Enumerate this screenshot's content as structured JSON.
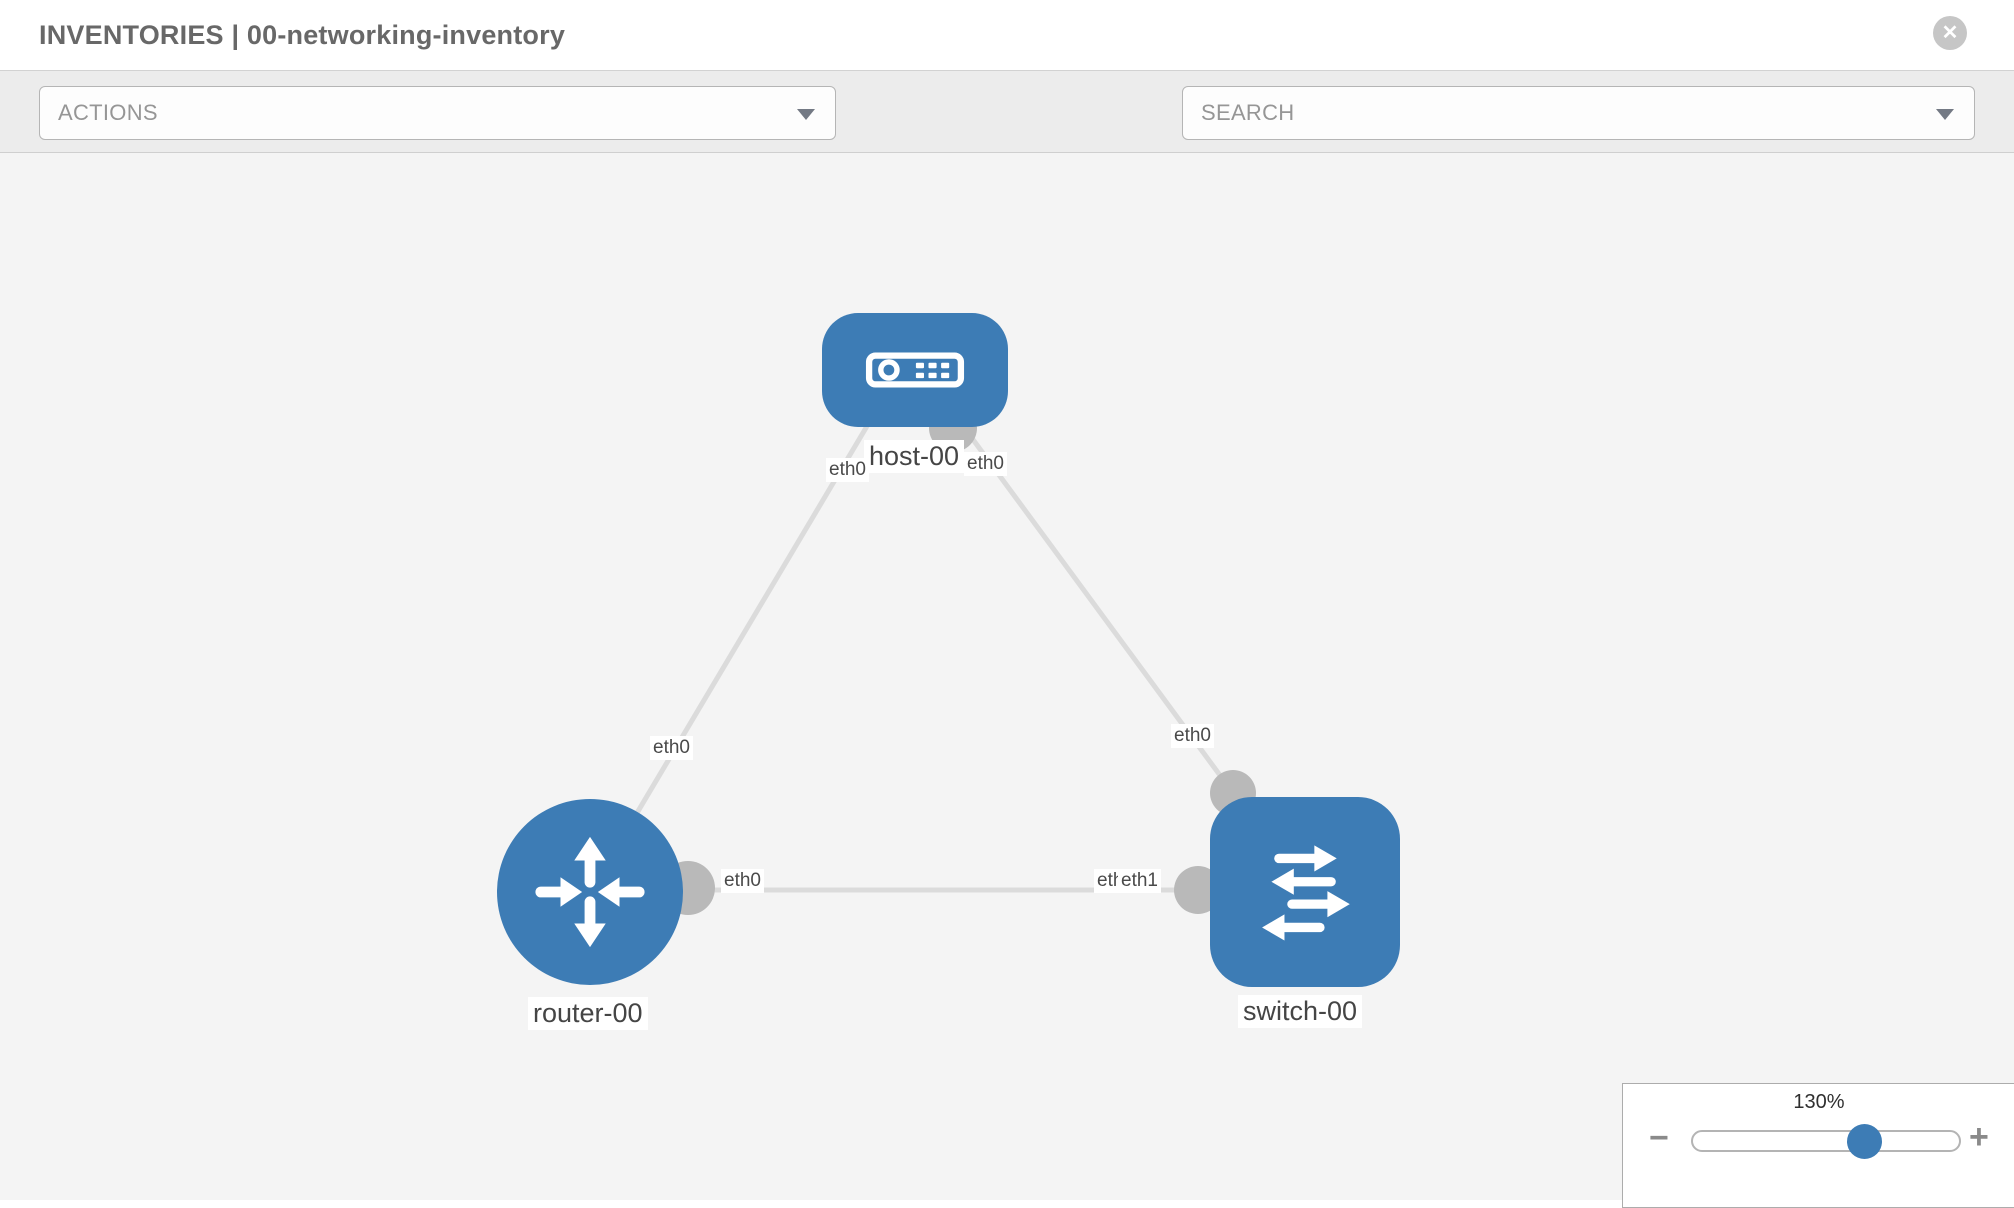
{
  "header": {
    "title": "INVENTORIES | 00-networking-inventory"
  },
  "icons": {
    "close_glyph": "✕"
  },
  "toolbar": {
    "actions_label": "ACTIONS",
    "search_placeholder": "SEARCH"
  },
  "topology": {
    "nodes": [
      {
        "id": "host-00",
        "type": "host",
        "label": "host-00"
      },
      {
        "id": "router-00",
        "type": "router",
        "label": "router-00"
      },
      {
        "id": "switch-00",
        "type": "switch",
        "label": "switch-00"
      }
    ],
    "links": [
      {
        "source": "host-00",
        "source_interface": "eth0",
        "target": "router-00",
        "target_interface": "eth0"
      },
      {
        "source": "host-00",
        "source_interface": "eth0",
        "target": "switch-00",
        "target_interface": "eth0"
      },
      {
        "source": "router-00",
        "source_interface": "eth0",
        "target": "switch-00",
        "target_interface": "eth1"
      }
    ],
    "interface_labels": [
      {
        "id": "host-left",
        "text": "eth0"
      },
      {
        "id": "host-right",
        "text": "eth0"
      },
      {
        "id": "edge-host-router",
        "text": "eth0"
      },
      {
        "id": "edge-host-switch",
        "text": "eth0"
      },
      {
        "id": "router-port",
        "text": "eth0"
      },
      {
        "id": "switch-port-eth0",
        "text": "eth0"
      },
      {
        "id": "switch-port-eth1",
        "text": "eth1"
      }
    ]
  },
  "zoom_control": {
    "level": "130%",
    "zoom_out_glyph": "−",
    "zoom_in_glyph": "+"
  },
  "colors": {
    "node_blue": "#3d7cb5",
    "port_gray": "#b9b9b9",
    "edge_gray": "#dbdbdb",
    "toolbar_gray": "#ececec",
    "canvas_gray": "#f4f4f4"
  }
}
